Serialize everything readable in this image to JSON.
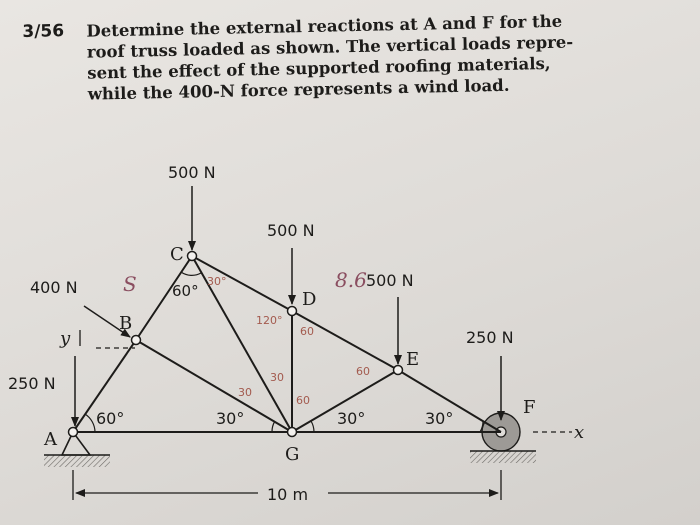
{
  "problem": {
    "number": "3/56",
    "lines": [
      "Determine the external reactions at A and F for the",
      "roof truss loaded as shown. The vertical loads repre-",
      "sent the effect of the supported roofing materials,",
      "while the 400-N force represents a wind load."
    ]
  },
  "figure": {
    "loads": {
      "c": "500 N",
      "d": "500 N",
      "e": "500 N",
      "wind": "400 N",
      "a": "250 N",
      "f": "250 N"
    },
    "nodes": {
      "a": "A",
      "b": "B",
      "c": "C",
      "d": "D",
      "e": "E",
      "f": "F",
      "g": "G"
    },
    "angles": {
      "a": "60°",
      "c": "60°",
      "g_left": "30°",
      "g_right": "30°",
      "f": "30°"
    },
    "dimension": "10 m",
    "axes": {
      "x": "x",
      "y": "y"
    },
    "handwriting": {
      "s": "S",
      "c_angle": "30°",
      "d_angle": "120°",
      "mid_b": "30",
      "mid_c": "30",
      "g_angle": "60",
      "d_low": "60",
      "e_angle": "60",
      "e_note": "8.6"
    }
  },
  "colors": {
    "ink": "#1d1c1a",
    "paper": "#e6e3df",
    "pencil": "#a35a4e"
  }
}
